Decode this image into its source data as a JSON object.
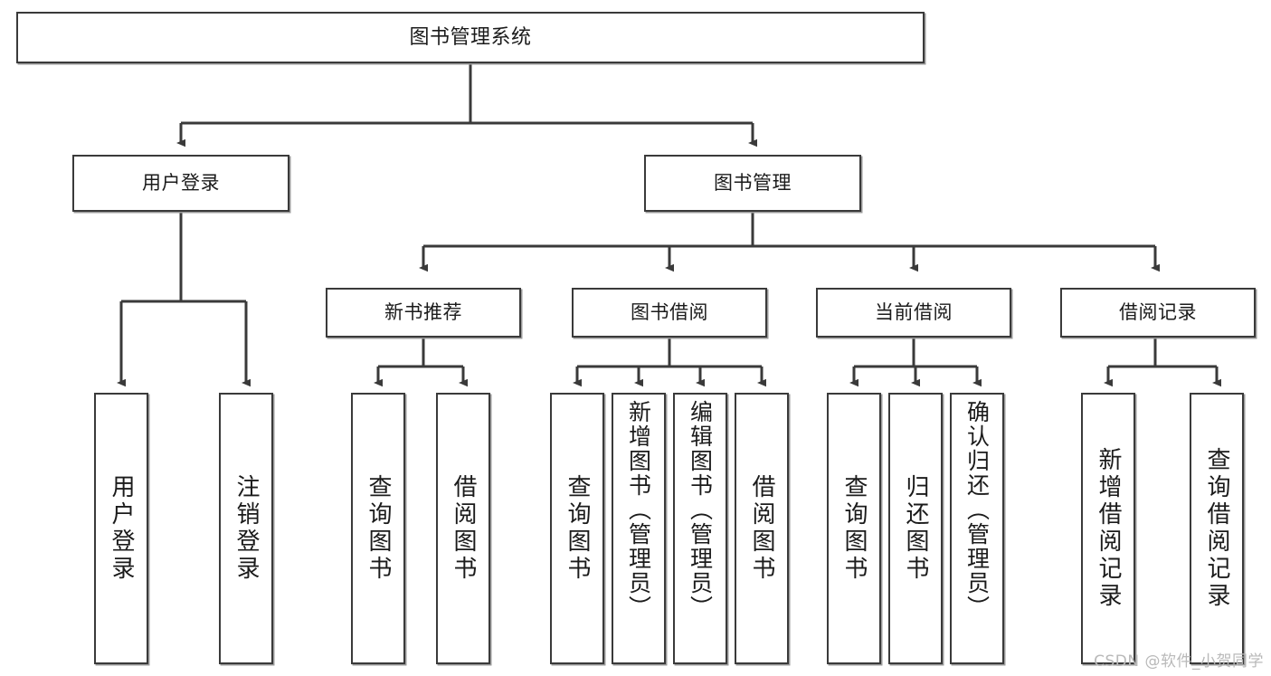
{
  "diagram": {
    "title": "图书管理系统",
    "type": "tree-hierarchy-chart",
    "colors": {
      "background": "#ffffff",
      "node_border": "#3a3a3a",
      "node_fill": "#ffffff",
      "edge": "#3a3a3a",
      "shadow": "#9a9a9a",
      "text": "#1b1b1b",
      "watermark": "#b9b9b9"
    },
    "watermark": "CSDN @软件_小贺同学"
  },
  "nodes": {
    "root": {
      "label": "图书管理系统"
    },
    "level2": [
      {
        "label": "用户登录"
      },
      {
        "label": "图书管理"
      }
    ],
    "level3": [
      {
        "label": "新书推荐"
      },
      {
        "label": "图书借阅"
      },
      {
        "label": "当前借阅"
      },
      {
        "label": "借阅记录"
      }
    ],
    "leaves": {
      "user_login": [
        {
          "label": "用户登录"
        },
        {
          "label": "注销登录"
        }
      ],
      "new_book_recommend": [
        {
          "label": "查询图书"
        },
        {
          "label": "借阅图书"
        }
      ],
      "book_borrow": [
        {
          "label": "查询图书"
        },
        {
          "label": "新增图书（管理员）"
        },
        {
          "label": "编辑图书（管理员）"
        },
        {
          "label": "借阅图书"
        }
      ],
      "current_borrow": [
        {
          "label": "查询图书"
        },
        {
          "label": "归还图书"
        },
        {
          "label": "确认归还（管理员）"
        }
      ],
      "borrow_record": [
        {
          "label": "新增借阅记录"
        },
        {
          "label": "查询借阅记录"
        }
      ]
    }
  }
}
